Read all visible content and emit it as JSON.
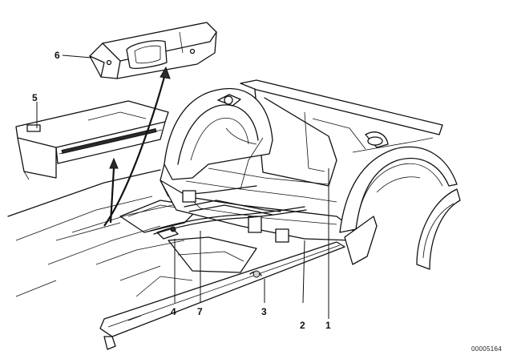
{
  "diagram": {
    "callouts": [
      {
        "id": "part-6",
        "label": "6"
      },
      {
        "id": "part-5",
        "label": "5"
      },
      {
        "id": "part-4",
        "label": "4"
      },
      {
        "id": "part-7",
        "label": "7"
      },
      {
        "id": "part-3",
        "label": "3"
      },
      {
        "id": "part-2",
        "label": "2"
      },
      {
        "id": "part-1",
        "label": "1"
      }
    ],
    "drawing_code": "00005164"
  }
}
